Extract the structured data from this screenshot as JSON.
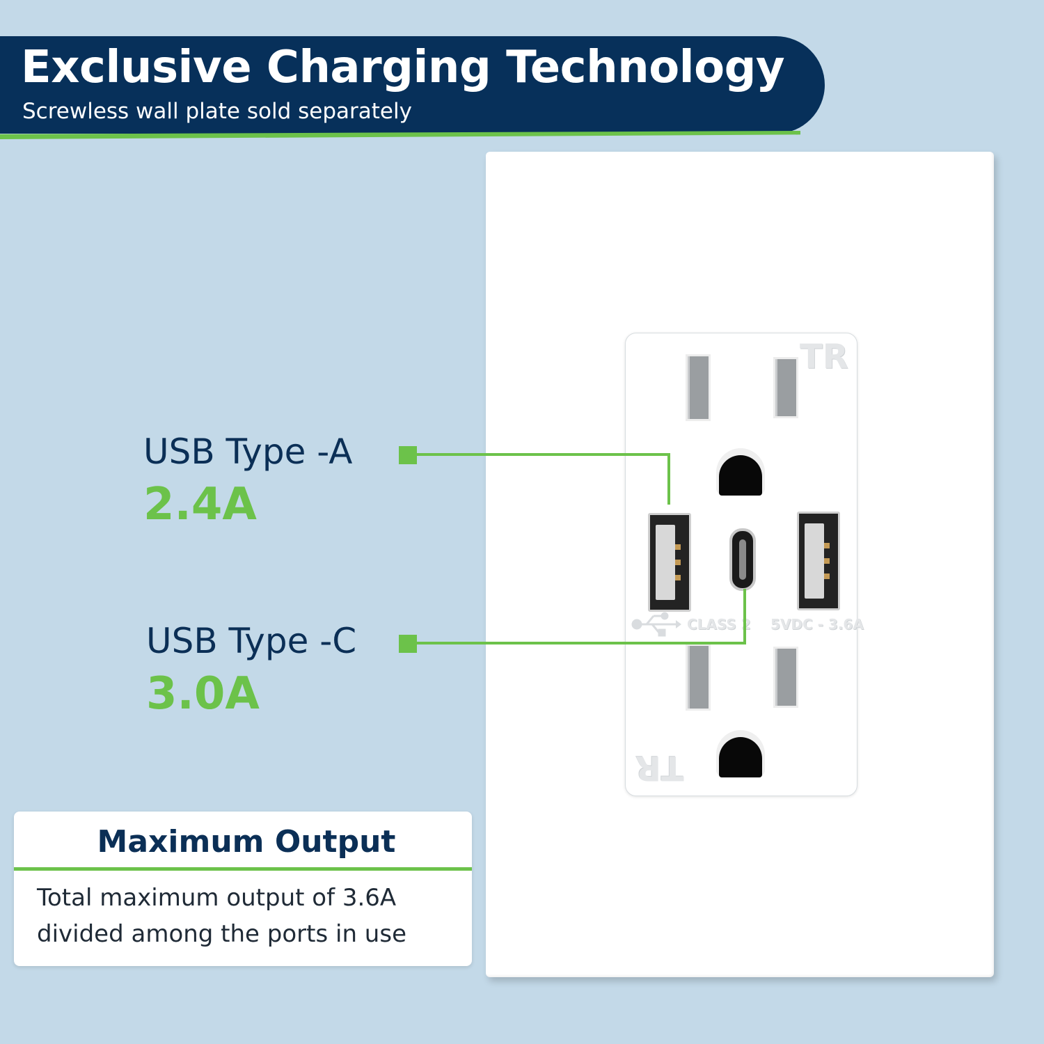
{
  "banner": {
    "title": "Exclusive Charging Technology",
    "subtitle": "Screwless wall plate sold separately"
  },
  "callouts": {
    "usb_a": {
      "label": "USB Type -A",
      "value": "2.4A"
    },
    "usb_c": {
      "label": "USB Type -C",
      "value": "3.0A"
    }
  },
  "outlet": {
    "mark_top": "TR",
    "mark_bottom": "TR",
    "usb_symbol": "usb-icon",
    "class_label": "CLASS 2",
    "rating_label": "5VDC - 3.6A"
  },
  "info_box": {
    "title": "Maximum Output",
    "line1": "Total maximum output of 3.6A",
    "line2": "divided among the ports in use"
  },
  "colors": {
    "navy": "#07305a",
    "green": "#6cc24a",
    "background": "#c3d9e8"
  }
}
